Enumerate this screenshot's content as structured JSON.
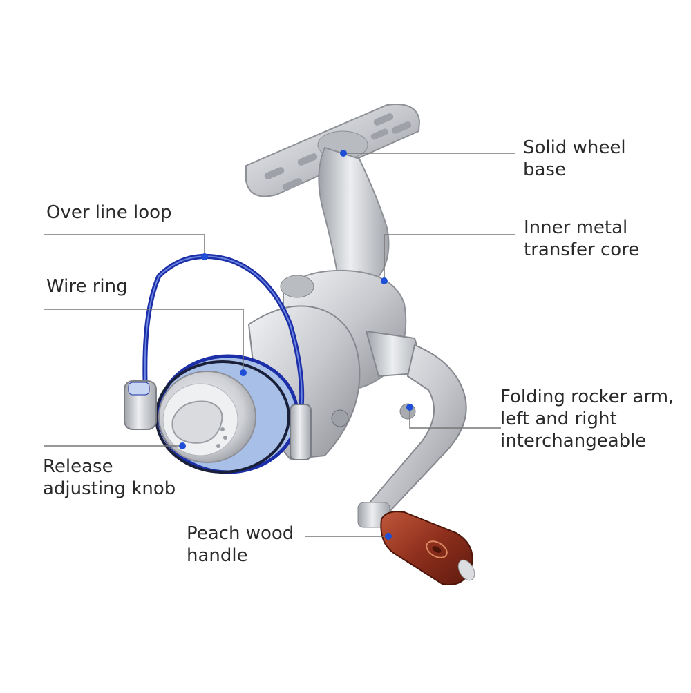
{
  "colors": {
    "leader_line": "#777777",
    "dot": "#1f4fd6",
    "silver": "#c9cbd0",
    "blue_accent": "#1c2fa8",
    "wood": "#9b3a25"
  },
  "callouts": [
    {
      "id": "solid-wheel-base",
      "lines": [
        "Solid wheel",
        "base"
      ]
    },
    {
      "id": "inner-metal-core",
      "lines": [
        "Inner metal",
        "transfer core"
      ]
    },
    {
      "id": "over-line-loop",
      "lines": [
        "Over line loop"
      ]
    },
    {
      "id": "wire-ring",
      "lines": [
        "Wire ring"
      ]
    },
    {
      "id": "folding-rocker-arm",
      "lines": [
        "Folding rocker arm,",
        "left and right",
        "interchangeable"
      ]
    },
    {
      "id": "release-knob",
      "lines": [
        "Release",
        "adjusting knob"
      ]
    },
    {
      "id": "peach-wood-handle",
      "lines": [
        "Peach wood",
        "handle"
      ]
    }
  ]
}
